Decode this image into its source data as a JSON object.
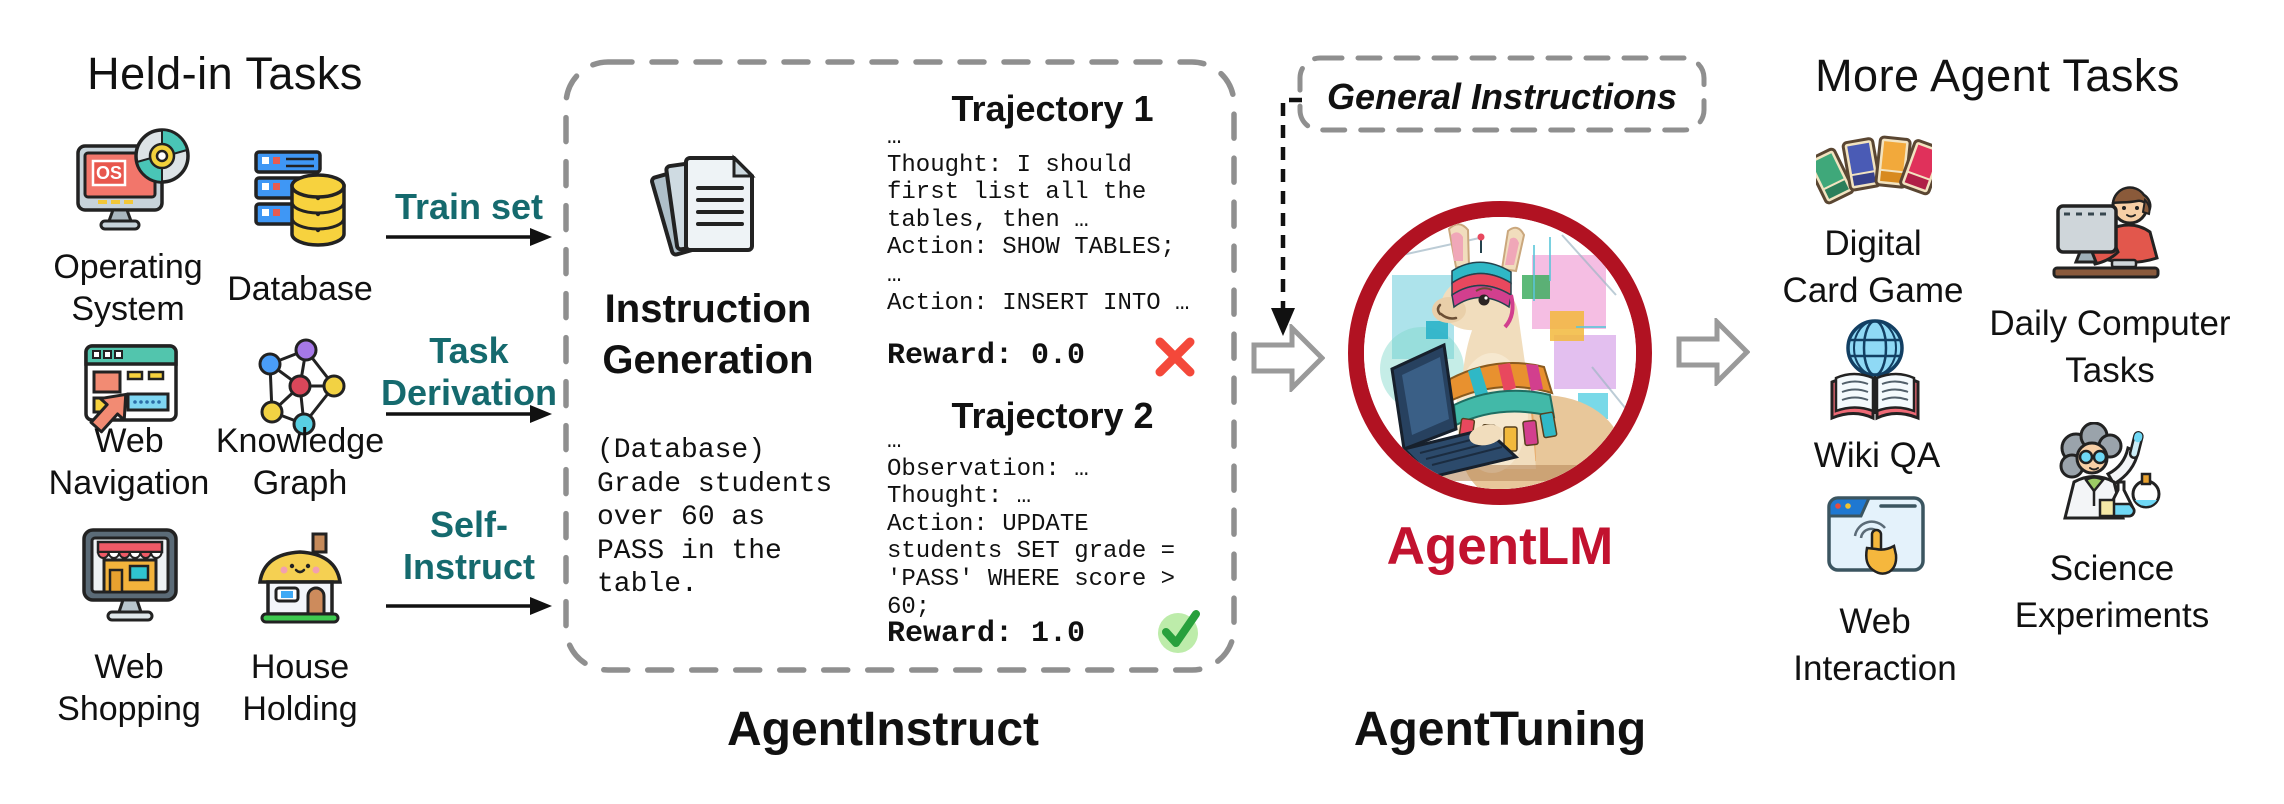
{
  "held_in": {
    "title": "Held-in Tasks",
    "tasks": [
      {
        "icon": "operating-system",
        "label": "Operating\nSystem"
      },
      {
        "icon": "database",
        "label": "Database"
      },
      {
        "icon": "web-navigation",
        "label": "Web\nNavigation"
      },
      {
        "icon": "knowledge-graph",
        "label": "Knowledge\nGraph"
      },
      {
        "icon": "web-shopping",
        "label": "Web\nShopping"
      },
      {
        "icon": "house-holding",
        "label": "House\nHolding"
      }
    ]
  },
  "flows": {
    "train_set": "Train set",
    "task_derivation": "Task\nDerivation",
    "self_instruct": "Self-\nInstruct"
  },
  "agent_instruct": {
    "caption": "AgentInstruct",
    "generation_label": "Instruction\nGeneration",
    "prompt": "(Database)\nGrade students\nover 60 as\nPASS in the\ntable.",
    "trajectory1": {
      "title": "Trajectory 1",
      "body": "…\nThought: I should\nfirst list all the\ntables, then …\nAction: SHOW TABLES;\n…\nAction: INSERT INTO …",
      "reward": "Reward: 0.0",
      "result": "fail"
    },
    "trajectory2": {
      "title": "Trajectory 2",
      "body": "…\nObservation: …\nThought: …\nAction: UPDATE\nstudents SET grade =\n'PASS' WHERE score >\n60;",
      "reward": "Reward: 1.0",
      "result": "pass"
    }
  },
  "agent_tuning": {
    "caption": "AgentTuning",
    "general_instructions": "General Instructions",
    "model_name": "AgentLM"
  },
  "held_out": {
    "title": "More Agent Tasks",
    "tasks": [
      {
        "icon": "digital-card-game",
        "label": "Digital\nCard Game"
      },
      {
        "icon": "daily-computer-tasks",
        "label": "Daily Computer\nTasks"
      },
      {
        "icon": "wiki-qa",
        "label": "Wiki QA"
      },
      {
        "icon": "web-interaction",
        "label": "Web\nInteraction"
      },
      {
        "icon": "science-experiments",
        "label": "Science\nExperiments"
      }
    ]
  },
  "colors": {
    "flow_label": "#156a6e",
    "ring_red": "#b11222",
    "agentlm_red": "#c2122f",
    "dash_gray": "#8f8f8f",
    "fail_red": "#f4483a",
    "pass_green": "#28a03c"
  }
}
